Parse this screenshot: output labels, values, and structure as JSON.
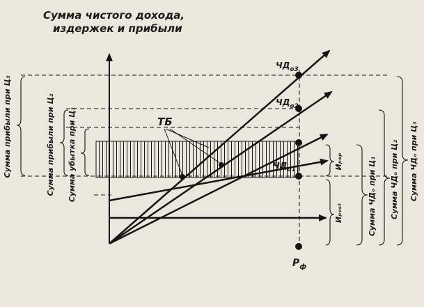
{
  "diagram": {
    "title_line1": "Сумма чистого дохода,",
    "title_line2": "издержек и прибыли",
    "tb_label": "ТБ",
    "x_label": "Р",
    "x_label_sub": "ф",
    "points": [
      {
        "key": "cd3",
        "main": "ЧД",
        "sub": "о3"
      },
      {
        "key": "cd2",
        "main": "ЧД",
        "sub": "о2"
      },
      {
        "key": "cd1",
        "main": "ЧД",
        "sub": "о1"
      }
    ],
    "brace_labels": {
      "profit_c3": "Сумма прибыли при Ц₃",
      "profit_c2": "Сумма прибыли при Ц₂",
      "loss_c1": "Сумма убытка при Ц₁",
      "i_per": "Иₚₑₚ",
      "i_post": "Иₚₒₛₜ",
      "cd_c1": "Сумма ЧДₒ при Ц₁",
      "cd_c2": "Сумма ЧДₒ при Ц₂",
      "cd_c3": "Сумма ЧДₒ при Ц₃"
    },
    "colors": {
      "ink": "#141414",
      "paper": "#ebe7dd"
    }
  }
}
